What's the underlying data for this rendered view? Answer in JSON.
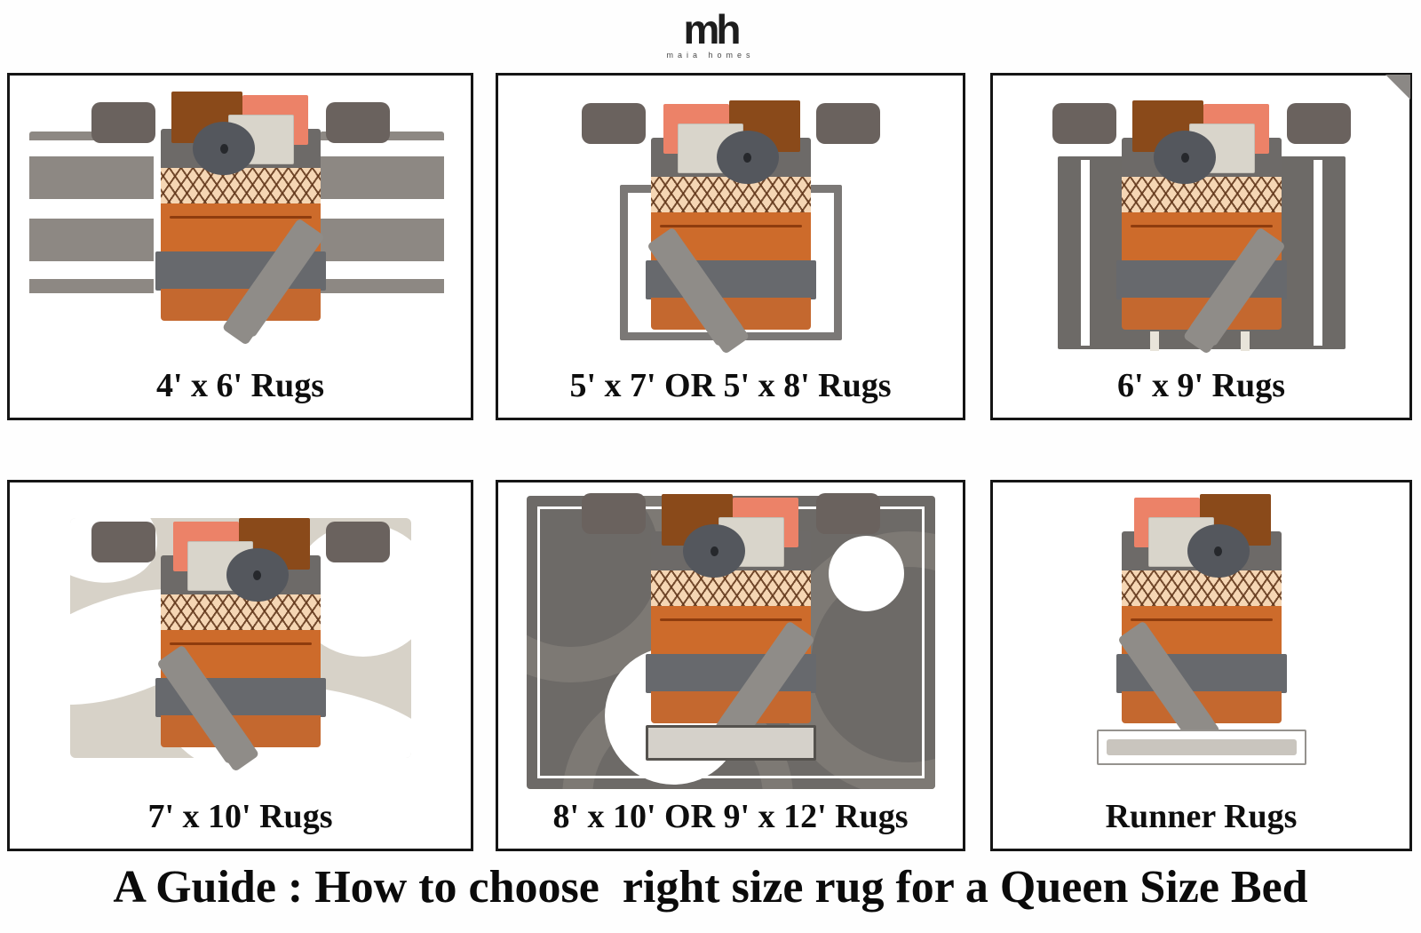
{
  "logo": {
    "monogram": "mh",
    "tagline": "maia homes"
  },
  "title": "A Guide : How to choose  right size rug for a Queen Size Bed",
  "panels": [
    {
      "label": "4' x 6' Rugs"
    },
    {
      "label": "5' x 7' OR 5' x 8' Rugs"
    },
    {
      "label": "6' x 9' Rugs"
    },
    {
      "label": "7' x 10' Rugs"
    },
    {
      "label": "8' x 10' OR 9' x 12' Rugs"
    },
    {
      "label": "Runner Rugs"
    }
  ],
  "colors": {
    "panel_border": "#151515",
    "duvet_orange": "#cd6b2b",
    "duvet_seam": "#8e3c0e",
    "bed_foot": "#c4682f",
    "blanket_gray": "#67696d",
    "mattress_band": "#6d6a68",
    "sheet_crosshatch_bg": "#f5d6b4",
    "pillow_brown": "#8a4a1a",
    "pillow_salmon": "#ec8268",
    "pillow_white": "#d9d5cb",
    "pillow_round": "#54575d",
    "nightstand": "#6a625e",
    "throw_gray": "#8f8c88",
    "stripe_rug_gray": "#8d8883",
    "dark_rug": "#6d6a67",
    "dark_rug_swirl": "#7d7974",
    "beige_rug": "#d7d2c8",
    "rug_outline": "#7b7876",
    "bench_fill": "#d5d1ca",
    "runner_bar": "#c9c5be"
  }
}
